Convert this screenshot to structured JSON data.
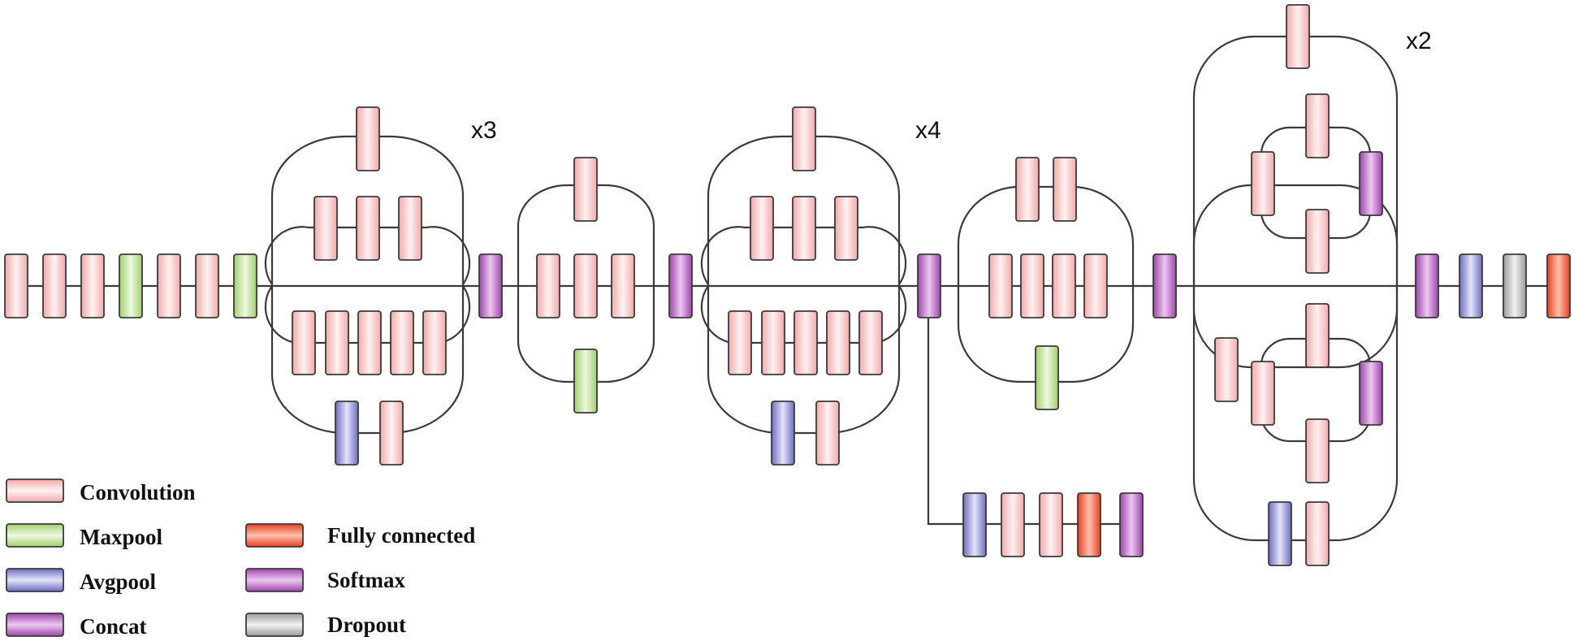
{
  "legend": {
    "convolution": "Convolution",
    "maxpool": "Maxpool",
    "avgpool": "Avgpool",
    "concat": "Concat",
    "fully_connected": "Fully connected",
    "softmax": "Softmax",
    "dropout": "Dropout"
  },
  "repeats": {
    "module_a": "x3",
    "module_c": "x4",
    "module_e": "x2"
  },
  "colors": {
    "convolution": "#f4b9b9",
    "maxpool": "#b5de8c",
    "avgpool": "#8f8fd0",
    "concat": "#b266bd",
    "fully_connected": "#f05a3c",
    "softmax": "#b266bd",
    "dropout": "#b3b3b3",
    "line": "#3a3a3a"
  }
}
